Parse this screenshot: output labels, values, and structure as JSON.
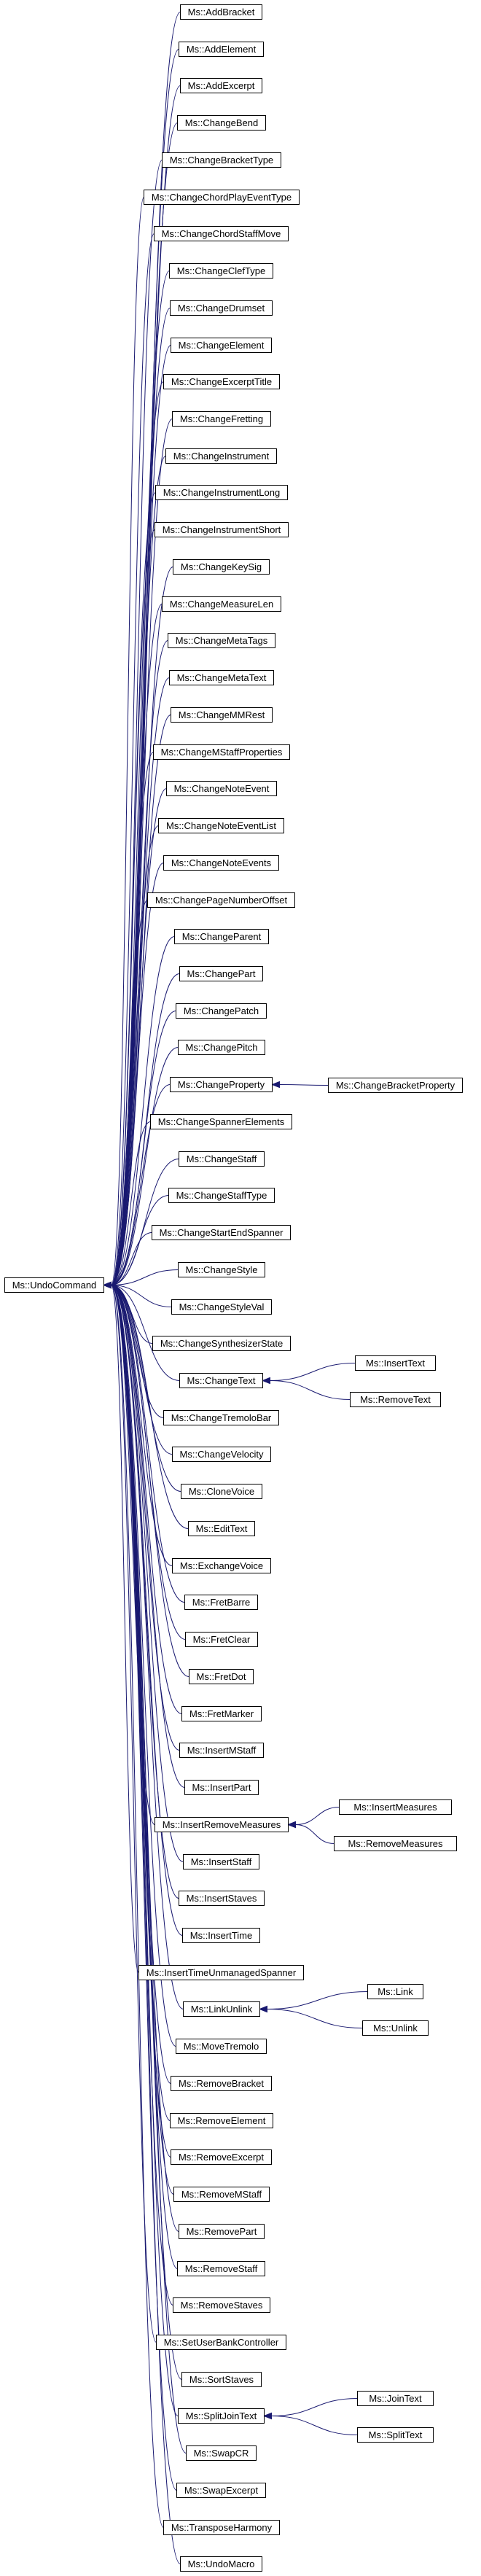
{
  "diagram": {
    "root": "Ms::UndoCommand",
    "children": [
      {
        "label": "Ms::AddBracket"
      },
      {
        "label": "Ms::AddElement"
      },
      {
        "label": "Ms::AddExcerpt"
      },
      {
        "label": "Ms::ChangeBend"
      },
      {
        "label": "Ms::ChangeBracketType"
      },
      {
        "label": "Ms::ChangeChordPlayEventType"
      },
      {
        "label": "Ms::ChangeChordStaffMove"
      },
      {
        "label": "Ms::ChangeClefType"
      },
      {
        "label": "Ms::ChangeDrumset"
      },
      {
        "label": "Ms::ChangeElement"
      },
      {
        "label": "Ms::ChangeExcerptTitle"
      },
      {
        "label": "Ms::ChangeFretting"
      },
      {
        "label": "Ms::ChangeInstrument"
      },
      {
        "label": "Ms::ChangeInstrumentLong"
      },
      {
        "label": "Ms::ChangeInstrumentShort"
      },
      {
        "label": "Ms::ChangeKeySig"
      },
      {
        "label": "Ms::ChangeMeasureLen"
      },
      {
        "label": "Ms::ChangeMetaTags"
      },
      {
        "label": "Ms::ChangeMetaText"
      },
      {
        "label": "Ms::ChangeMMRest"
      },
      {
        "label": "Ms::ChangeMStaffProperties"
      },
      {
        "label": "Ms::ChangeNoteEvent"
      },
      {
        "label": "Ms::ChangeNoteEventList"
      },
      {
        "label": "Ms::ChangeNoteEvents"
      },
      {
        "label": "Ms::ChangePageNumberOffset"
      },
      {
        "label": "Ms::ChangeParent"
      },
      {
        "label": "Ms::ChangePart"
      },
      {
        "label": "Ms::ChangePatch"
      },
      {
        "label": "Ms::ChangePitch"
      },
      {
        "label": "Ms::ChangeProperty",
        "children": [
          "Ms::ChangeBracketProperty"
        ]
      },
      {
        "label": "Ms::ChangeSpannerElements"
      },
      {
        "label": "Ms::ChangeStaff"
      },
      {
        "label": "Ms::ChangeStaffType"
      },
      {
        "label": "Ms::ChangeStartEndSpanner"
      },
      {
        "label": "Ms::ChangeStyle"
      },
      {
        "label": "Ms::ChangeStyleVal"
      },
      {
        "label": "Ms::ChangeSynthesizerState"
      },
      {
        "label": "Ms::ChangeText",
        "children": [
          "Ms::InsertText",
          "Ms::RemoveText"
        ]
      },
      {
        "label": "Ms::ChangeTremoloBar"
      },
      {
        "label": "Ms::ChangeVelocity"
      },
      {
        "label": "Ms::CloneVoice"
      },
      {
        "label": "Ms::EditText"
      },
      {
        "label": "Ms::ExchangeVoice"
      },
      {
        "label": "Ms::FretBarre"
      },
      {
        "label": "Ms::FretClear"
      },
      {
        "label": "Ms::FretDot"
      },
      {
        "label": "Ms::FretMarker"
      },
      {
        "label": "Ms::InsertMStaff"
      },
      {
        "label": "Ms::InsertPart"
      },
      {
        "label": "Ms::InsertRemoveMeasures",
        "children": [
          "Ms::InsertMeasures",
          "Ms::RemoveMeasures"
        ]
      },
      {
        "label": "Ms::InsertStaff"
      },
      {
        "label": "Ms::InsertStaves"
      },
      {
        "label": "Ms::InsertTime"
      },
      {
        "label": "Ms::InsertTimeUnmanagedSpanner"
      },
      {
        "label": "Ms::LinkUnlink",
        "children": [
          "Ms::Link",
          "Ms::Unlink"
        ]
      },
      {
        "label": "Ms::MoveTremolo"
      },
      {
        "label": "Ms::RemoveBracket"
      },
      {
        "label": "Ms::RemoveElement"
      },
      {
        "label": "Ms::RemoveExcerpt"
      },
      {
        "label": "Ms::RemoveMStaff"
      },
      {
        "label": "Ms::RemovePart"
      },
      {
        "label": "Ms::RemoveStaff"
      },
      {
        "label": "Ms::RemoveStaves"
      },
      {
        "label": "Ms::SetUserBankController"
      },
      {
        "label": "Ms::SortStaves"
      },
      {
        "label": "Ms::SplitJoinText",
        "children": [
          "Ms::JoinText",
          "Ms::SplitText"
        ]
      },
      {
        "label": "Ms::SwapCR"
      },
      {
        "label": "Ms::SwapExcerpt"
      },
      {
        "label": "Ms::TransposeHarmony"
      },
      {
        "label": "Ms::UndoMacro"
      }
    ]
  },
  "colors": {
    "edge": "#191970",
    "node_border": "#000000",
    "node_fill": "#ffffff",
    "text": "#000000"
  }
}
